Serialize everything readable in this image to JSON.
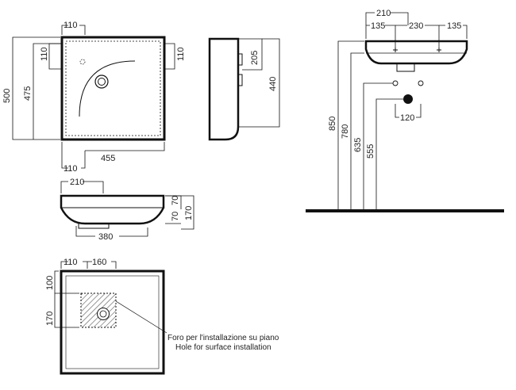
{
  "top_view": {
    "dim_top": "110",
    "dim_left_500": "500",
    "dim_left_475": "475",
    "dim_left_110": "110",
    "dim_right_110": "110",
    "dim_bottom_455": "455",
    "dim_bottom_110": "110"
  },
  "side_view": {
    "dim_205": "205",
    "dim_440": "440"
  },
  "front_view": {
    "dim_210": "210",
    "dim_70_a": "70",
    "dim_70_b": "70",
    "dim_170": "170",
    "dim_380": "380"
  },
  "install_plan": {
    "dim_110": "110",
    "dim_160": "160",
    "dim_100": "100",
    "dim_170": "170",
    "note_it": "Foro per l'installazione su piano",
    "note_en": "Hole for surface installation"
  },
  "wall_view": {
    "dim_210": "210",
    "dim_135_left": "135",
    "dim_230": "230",
    "dim_135_right": "135",
    "dim_850": "850",
    "dim_780": "780",
    "dim_635": "635",
    "dim_555": "555",
    "dim_120": "120"
  }
}
